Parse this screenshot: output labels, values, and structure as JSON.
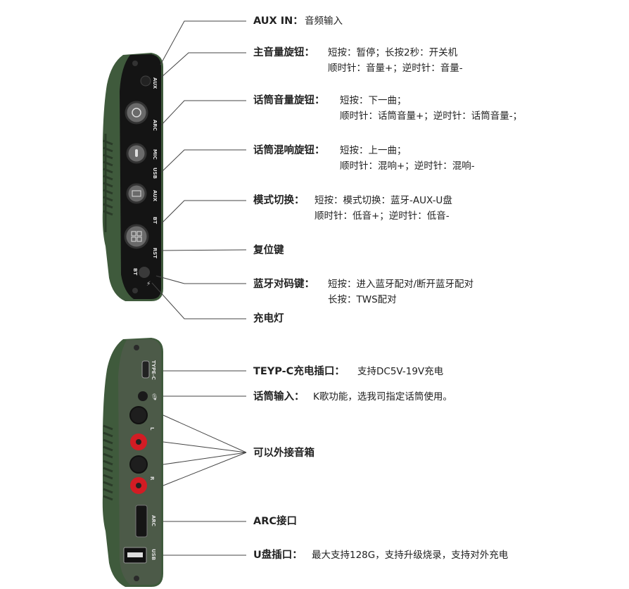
{
  "top_panel": {
    "device_labels": {
      "aux": "AUX",
      "arc": "ARC",
      "mic": "MIC",
      "usb": "USB",
      "aux2": "AUX",
      "bt": "BT",
      "rst": "RST",
      "bt_button": "BT"
    },
    "callouts": [
      {
        "label": "AUX IN：",
        "desc": "音频输入"
      },
      {
        "label": "主音量旋钮：",
        "desc": "短按：暂停；长按2秒：开关机",
        "desc2": "顺时针：音量+；逆时针：音量-"
      },
      {
        "label": "话筒音量旋钮：",
        "desc": "短按：下一曲；",
        "desc2": "顺时针：话筒音量+；逆时针：话筒音量-；"
      },
      {
        "label": "话筒混响旋钮：",
        "desc": "短按：上一曲；",
        "desc2": "顺时针：混响+；逆时针：混响-"
      },
      {
        "label": "模式切换：",
        "desc": "短按：模式切换：蓝牙-AUX-U盘",
        "desc2": "顺时针：低音+；逆时针：低音-"
      },
      {
        "label": "复位键"
      },
      {
        "label": "蓝牙对码键：",
        "desc": "短按：进入蓝牙配对/断开蓝牙配对",
        "desc2": "长按：TWS配对"
      },
      {
        "label": "充电灯"
      }
    ]
  },
  "bottom_panel": {
    "device_labels": {
      "typec": "TYPE-C",
      "l": "L",
      "r": "R",
      "arc": "ARC",
      "usb": "USB"
    },
    "callouts": [
      {
        "label": "TEYP-C充电插口：",
        "desc": "支持DC5V-19V充电"
      },
      {
        "label": "话筒输入：",
        "desc": "K歌功能，选我司指定话筒使用。"
      },
      {
        "label": "可以外接音箱"
      },
      {
        "label": "ARC接口"
      },
      {
        "label": "U盘插口：",
        "desc": "最大支持128G，支持升级烧录，支持对外充电"
      }
    ]
  },
  "colors": {
    "body": "#3f5a3c",
    "face": "#141414",
    "terminal_red": "#d21c24",
    "line": "#444444"
  }
}
